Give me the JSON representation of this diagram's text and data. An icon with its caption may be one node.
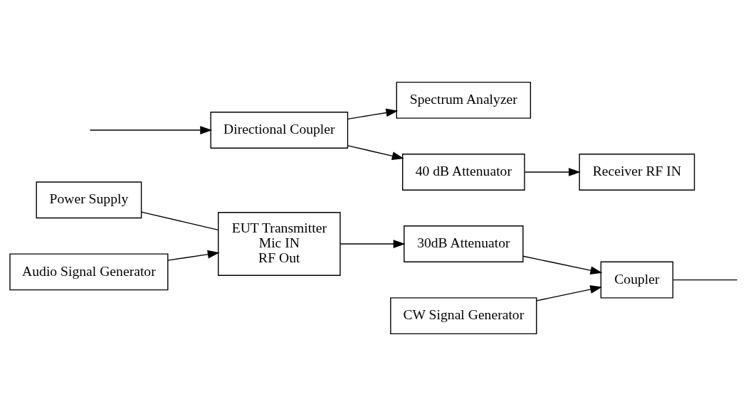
{
  "diagram": {
    "nodes": [
      {
        "text": [
          "Power Supply"
        ]
      },
      {
        "text": [
          "EUT Transmitter",
          "Mic IN",
          "RF Out"
        ]
      },
      {
        "text": [
          "Audio Signal Generator"
        ]
      },
      {
        "text": [
          "30dB Attenuator"
        ]
      },
      {
        "text": [
          "CW Signal Generator"
        ]
      },
      {
        "text": [
          "Coupler"
        ]
      },
      {
        "text": [
          "Spectrum Analyzer"
        ]
      },
      {
        "text": [
          "Directional Coupler"
        ]
      },
      {
        "text": [
          "40 dB Attenuator"
        ]
      },
      {
        "text": [
          "Receiver RF IN"
        ]
      }
    ],
    "edges": [
      {
        "from": 0,
        "to": 1,
        "arrow": "none"
      },
      {
        "from": 2,
        "to": 1,
        "arrow": "to"
      },
      {
        "from": 1,
        "to": 3,
        "arrow": "to"
      },
      {
        "from": 3,
        "to": 5,
        "arrow": "to"
      },
      {
        "from": 4,
        "to": 5,
        "arrow": "to"
      },
      {
        "from": 5,
        "to": null,
        "arrow": "none"
      },
      {
        "from": null,
        "to": 7,
        "arrow": "to"
      },
      {
        "from": 7,
        "to": 6,
        "arrow": "to"
      },
      {
        "from": 7,
        "to": 8,
        "arrow": "to"
      },
      {
        "from": 8,
        "to": 9,
        "arrow": "to"
      }
    ]
  }
}
